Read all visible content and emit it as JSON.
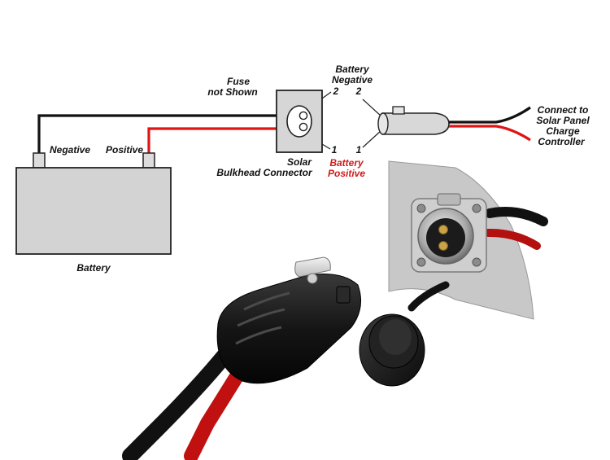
{
  "labels": {
    "fuse_line1": "Fuse",
    "fuse_line2": "not Shown",
    "battery_negative_line1": "Battery",
    "battery_negative_line2": "Negative",
    "pin_2_left": "2",
    "pin_2_right": "2",
    "pin_1_left": "1",
    "pin_1_right": "1",
    "negative_terminal": "Negative",
    "positive_terminal": "Positive",
    "bulkhead_line1": "Solar",
    "bulkhead_line2": "Bulkhead Connector",
    "battery_positive_line1": "Battery",
    "battery_positive_line2": "Positive",
    "connect_line1": "Connect to",
    "connect_line2": "Solar Panel",
    "connect_line3": "Charge",
    "connect_line4": "Controller",
    "battery": "Battery"
  },
  "colors": {
    "negative_wire": "#111111",
    "positive_wire": "#e01414",
    "positive_label": "#d11a1a",
    "battery_fill": "#d3d3d3",
    "panel_fill": "#c8c8c8",
    "connector_body": "#1c1c1c"
  }
}
